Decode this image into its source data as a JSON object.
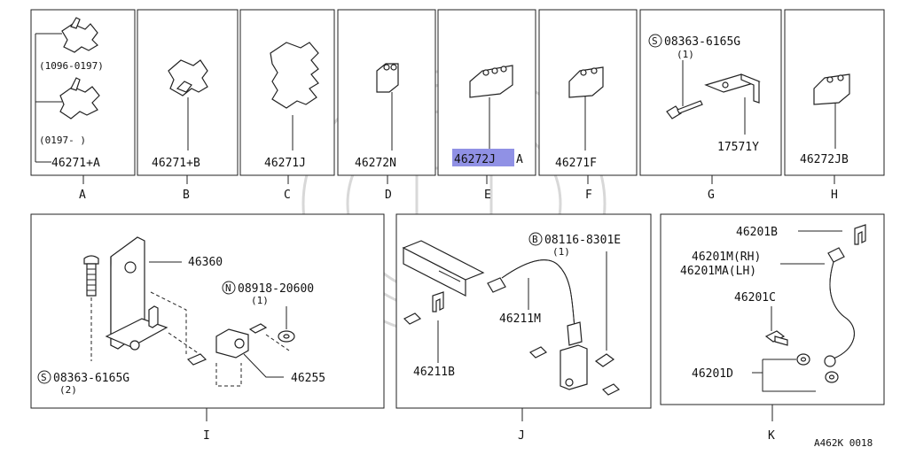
{
  "figure_code": "A462K 0018",
  "highlight_color": "#7c7ee0",
  "panels": {
    "A": {
      "letter": "A",
      "note1": "(1096-0197)",
      "note2": "(0197-    )",
      "part": "46271+A"
    },
    "B": {
      "letter": "B",
      "part": "46271+B"
    },
    "C": {
      "letter": "C",
      "part": "46271J"
    },
    "D": {
      "letter": "D",
      "part": "46272N"
    },
    "E": {
      "letter": "E",
      "part_highlighted": "46272J",
      "part_suffix": "A"
    },
    "F": {
      "letter": "F",
      "part": "46271F"
    },
    "G": {
      "letter": "G",
      "screw_symbol": "S",
      "screw_part": "08363-6165G",
      "screw_qty": "(1)",
      "bracket_part": "17571Y"
    },
    "H": {
      "letter": "H",
      "part": "46272JB"
    },
    "I": {
      "letter": "I",
      "bracket_part": "46360",
      "nut_symbol": "N",
      "nut_part": "08918-20600",
      "nut_qty": "(1)",
      "screw_symbol": "S",
      "screw_part": "08363-6165G",
      "screw_qty": "(2)",
      "clamp_part": "46255"
    },
    "J": {
      "letter": "J",
      "bolt_symbol": "B",
      "bolt_part": "08116-8301E",
      "bolt_qty": "(1)",
      "hose_part": "46211M",
      "clip_part": "46211B"
    },
    "K": {
      "letter": "K",
      "clip_part": "46201B",
      "hose_rh": "46201M(RH)",
      "hose_lh": "46201MA(LH)",
      "bolt_part": "46201C",
      "washer_part": "46201D"
    }
  }
}
